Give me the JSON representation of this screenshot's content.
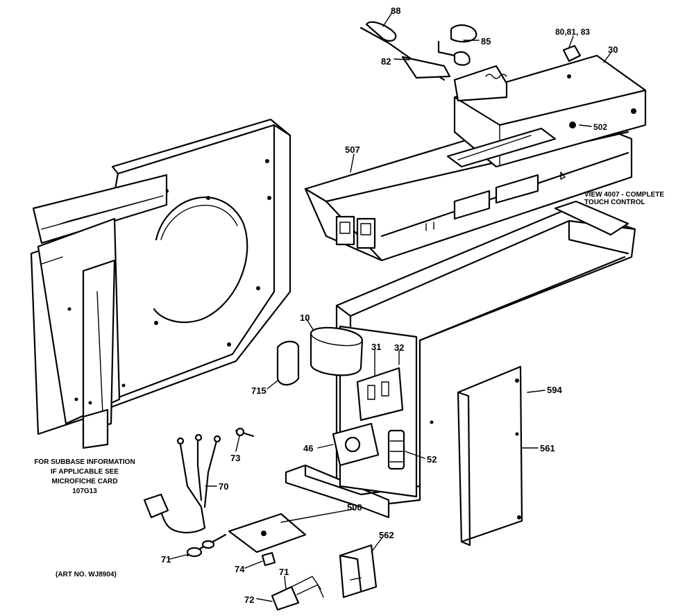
{
  "callouts": {
    "c88": "88",
    "c85": "85",
    "c82": "82",
    "c80_81_83": "80,81, 83",
    "c30": "30",
    "c507": "507",
    "c502": "502",
    "c10": "10",
    "c31": "31",
    "c32": "32",
    "c715": "715",
    "c73": "73",
    "c70": "70",
    "c46": "46",
    "c52": "52",
    "c594": "594",
    "c561": "561",
    "c500": "500",
    "c71a": "71",
    "c74": "74",
    "c71b": "71",
    "c72": "72",
    "c562": "562"
  },
  "notes": {
    "view_line1": "VIEW 4007 - COMPLETE",
    "view_line2": "TOUCH CONTROL",
    "sub_line1": "FOR SUBBASE INFORMATION",
    "sub_line2": "IF APPLICABLE SEE",
    "sub_line3": "MICROFICHE CARD",
    "sub_line4": "107G13",
    "art_no": "(ART NO. WJ8904)"
  }
}
